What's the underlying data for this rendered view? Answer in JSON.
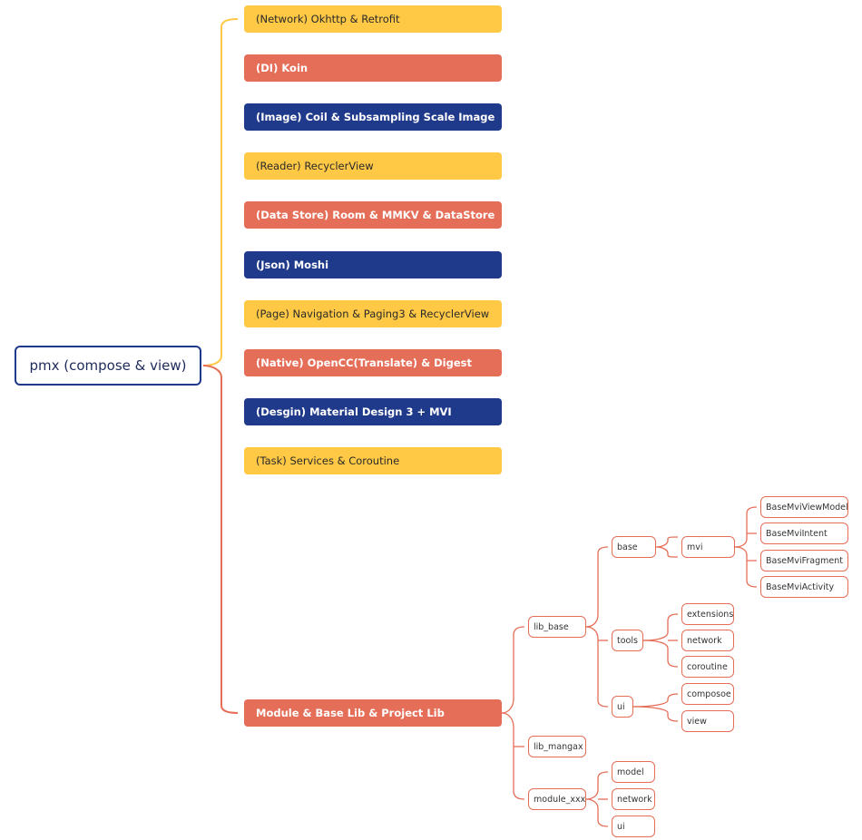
{
  "root": {
    "label": "pmx (compose & view)"
  },
  "categories": [
    {
      "label": "(Network) Okhttp & Retrofit"
    },
    {
      "label": "(DI) Koin"
    },
    {
      "label": "(Image)  Coil & Subsampling Scale Image"
    },
    {
      "label": "(Reader) RecyclerView"
    },
    {
      "label": "(Data Store) Room & MMKV & DataStore"
    },
    {
      "label": "(Json) Moshi"
    },
    {
      "label": "(Page) Navigation & Paging3 & RecyclerView"
    },
    {
      "label": "(Native) OpenCC(Translate) & Digest"
    },
    {
      "label": "(Desgin) Material Design 3 + MVI"
    },
    {
      "label": "(Task) Services & Coroutine"
    },
    {
      "label": "Module & Base Lib & Project Lib"
    }
  ],
  "modules": {
    "lib_base": {
      "label": "lib_base",
      "base": {
        "label": "base",
        "mvi": {
          "label": "mvi",
          "children": [
            "BaseMviViewModel",
            "BaseMviIntent",
            "BaseMviFragment",
            "BaseMviActivity"
          ]
        }
      },
      "tools": {
        "label": "tools",
        "children": [
          "extensions",
          "network",
          "coroutine"
        ]
      },
      "ui": {
        "label": "ui",
        "children": [
          "composoe",
          "view"
        ]
      }
    },
    "lib_mangax": {
      "label": "lib_mangax"
    },
    "module_xxx": {
      "label": "module_xxx",
      "children": [
        "model",
        "network",
        "ui"
      ]
    }
  },
  "colors": {
    "yellow": "#ffc845",
    "coral": "#e56e58",
    "navy": "#1f3a8a"
  }
}
